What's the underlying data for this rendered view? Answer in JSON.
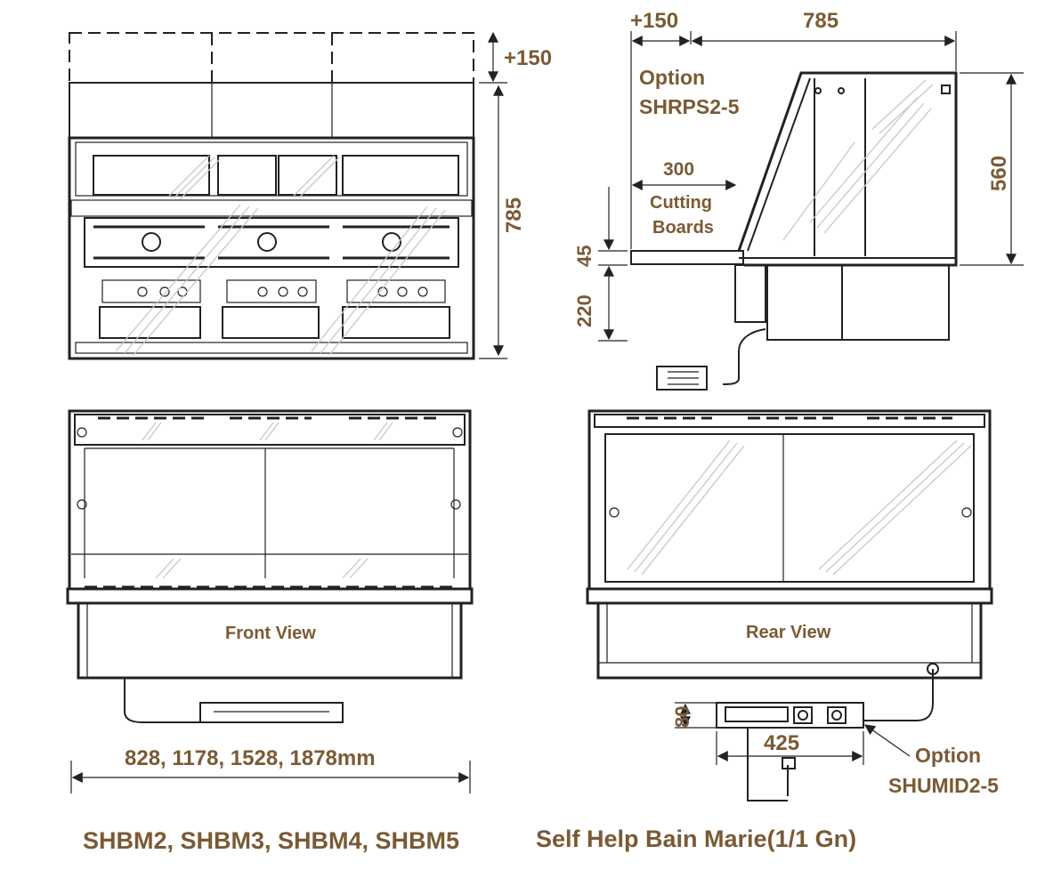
{
  "top_view": {
    "dim_extension": "+150",
    "dim_depth": "785"
  },
  "side_view": {
    "dim_extension": "+150",
    "dim_depth": "785",
    "dim_height": "560",
    "option_line1": "Option",
    "option_line2": "SHRPS2-5",
    "cutting_board_dim": "300",
    "cutting_board_line1": "Cutting",
    "cutting_board_line2": "Boards",
    "dim_45": "45",
    "dim_220": "220"
  },
  "front_view": {
    "label": "Front View",
    "dim_widths": "828, 1178, 1528, 1878mm"
  },
  "rear_view": {
    "label": "Rear View",
    "dim_80": "80",
    "dim_425": "425",
    "option_line1": "Option",
    "option_line2": "SHUMID2-5"
  },
  "footer": {
    "models": "SHBM2, SHBM3, SHBM4, SHBM5",
    "product": "Self Help Bain Marie(1/1 Gn)"
  }
}
